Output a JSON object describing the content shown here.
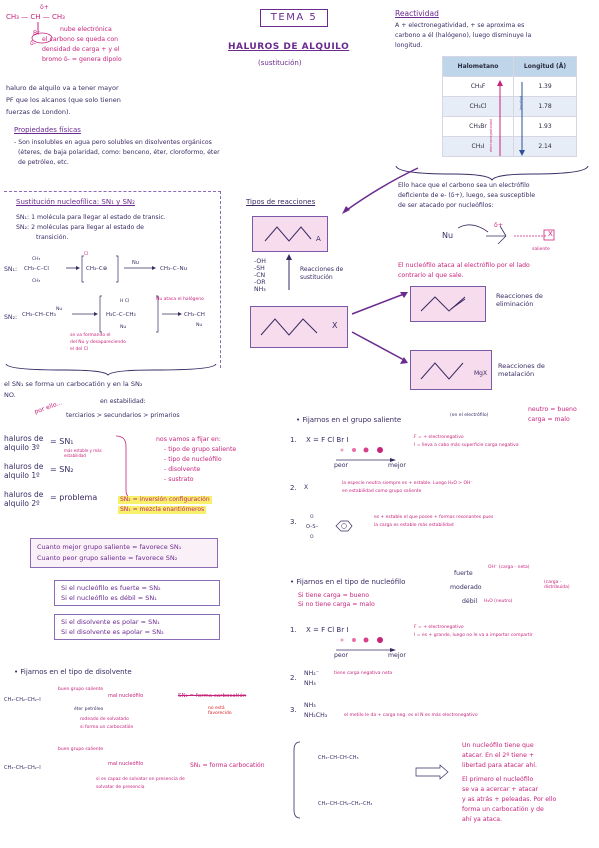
{
  "top_left": {
    "formula": "CH₃ — CH — CH₃",
    "delta_plus": "δ+",
    "br": "Br",
    "delta_minus": "δ-",
    "note1": "nube electrónica",
    "note2": "el carbono se queda con",
    "note3": "densidad de carga + y el",
    "note4": "bromo δ- = genera dipolo",
    "para1": "haluro de alquilo va a tener mayor",
    "para2": "PF que los alcanos (que solo tienen",
    "para3": "fuerzas de London)."
  },
  "props": {
    "title": "Propiedades físicas",
    "l1": "- Son insolubles en agua pero solubles en disolventes orgánicos",
    "l2": "(éteres, de baja polaridad, como: benceno, éter, cloroformo, éter",
    "l3": "de petróleo, etc."
  },
  "header": {
    "tema": "TEMA 5",
    "title": "HALUROS DE ALQUILO",
    "subtitle": "(sustitución)"
  },
  "reactividad": {
    "title": "Reactividad",
    "l1": "A + electronegatividad, + se aproxima es",
    "l2": "carbono a él (halógeno), luego disminuye la",
    "l3": "longitud.",
    "table": {
      "headers": [
        "Halometano",
        "Longitud (Å)"
      ],
      "rows": [
        [
          "CH₃F",
          "1.39"
        ],
        [
          "CH₃Cl",
          "1.78"
        ],
        [
          "CH₃Br",
          "1.93"
        ],
        [
          "CH₃I",
          "2.14"
        ]
      ]
    },
    "arrow_left": "electronegatividad",
    "arrow_right": "longitud"
  },
  "electrofilo": {
    "l1": "Ello hace que el carbono sea un electrófilo",
    "l2": "deficiente de e- (δ+), luego, sea susceptible",
    "l3": "de ser atacado por nucleófilos:",
    "nu": "Nu",
    "x": "X",
    "delta": "δ+",
    "saliente": "saliente",
    "red1": "El nucleófilo ataca al electrófilo por el lado",
    "red2": "contrario al que sale."
  },
  "sustitucion": {
    "title": "Sustitución nucleofílica: SN₁ y SN₂",
    "sn1": "SN₁: 1 molécula para llegar al estado de transic.",
    "sn2a": "SN₂: 2 moléculas para llegar al estado de",
    "sn2b": "transición.",
    "sn1_label": "SN₁:",
    "sn2_label": "SN₂:",
    "cl_note": "Cl",
    "nu": "Nu",
    "sn2_note1": "Nu ataca el halógeno",
    "sn2_note2": "se va formando el",
    "sn2_note3": "del Nu y desapareciendo",
    "sn2_note4": "el del Cl"
  },
  "tipos": {
    "title": "Tipos de reacciones",
    "groups": [
      "-OH",
      "-SH",
      "-CN",
      "-OR",
      "NH₃"
    ],
    "sust": "Reacciones de sustitución",
    "elim": "Reacciones de eliminación",
    "meta": "Reacciones de metalación",
    "x": "X",
    "a": "A",
    "mgx": "MgX"
  },
  "carbocation": {
    "l1": "el SN₁ se forma un carbocatión y en la SN₂",
    "l2": "NO.",
    "estab": "en estabilidad:",
    "ello": "por ello...",
    "order": "terciarios > secundarios > primarios",
    "h3": "haluros de alquilo 3º",
    "h1": "haluros de alquilo 1º",
    "h2": "haluros de alquilo 2º",
    "eq_sn1": "= SN₁",
    "eq_sn2": "= SN₂",
    "eq_prob": "= problema",
    "more_stable": "más estable y más estabilidad",
    "fijar": "nos vamos a fijar en:",
    "b1": "- tipo de grupo saliente",
    "b2": "- tipo de nucleófilo",
    "b3": "- disolvente",
    "b4": "- sustrato",
    "inv": "SN₂ = inversión configuración",
    "mez": "SN₁ = mezcla enantiómeros"
  },
  "rules": {
    "r1": "Cuanto mejor grupo saliente = favorece SN₁",
    "r2": "Cuanto peor grupo saliente = favorece SN₂",
    "r3": "Si el nucleófilo es fuerte = SN₂",
    "r4": "Si el nucleófilo es débil = SN₁",
    "r5": "Si el disolvente es polar = SN₁",
    "r6": "Si el disolvente es apolar = SN₂"
  },
  "saliente": {
    "title": "• Fijarnos en el grupo saliente",
    "note": "(en el electrófilo)",
    "neutro": "neutro = bueno",
    "carga": "carga = malo",
    "series": "X = F  Cl  Br  I",
    "peor": "peor",
    "mejor": "mejor",
    "f_note1": "F = + electronegativo",
    "f_note2": "I = lleva a cabo más superficie carga negativa",
    "h2o_note1": "la especie neutra siempre es + estable. Luego H₂O > OH⁻",
    "h2o_note2": "en estabilidad como grupo saliente",
    "ts_note1": "es + estable el que posee + formas resonantes pues",
    "ts_note2": "la carga es estable más estabilidad"
  },
  "nucleo": {
    "title": "• Fijarnos en el tipo de nucleófilo",
    "fuerte": "fuerte",
    "moderado": "moderado",
    "debil": "débil",
    "oh": "OH⁻ (carga - neta)",
    "carga": "(carga - distribuida)",
    "h2o": "H₂O (neutro)",
    "si1": "Si tiene carga = bueno",
    "si2": "Si no tiene carga = malo",
    "series": "X = F  Cl  Br  I",
    "peor": "peor",
    "mejor": "mejor",
    "f_note1": "F = + electronegativo",
    "f_note2": "I = es + grande, luego no le va a importar compartir",
    "nh2": "NH₂⁻",
    "nh3": "NH₃",
    "nh2_note": "tiene carga negativa neta",
    "ch3nh2": "NH₂CH₃",
    "ch3_note": "el metilo le da + carga neg. es el N es más electronegativo"
  },
  "disolvente": {
    "title": "• Fijarnos en el tipo de disolvente",
    "bueno": "buen grupo saliente",
    "mal_nu": "mal nucleófilo",
    "eter": "éter petróleo",
    "rodeado": "rodeado de solvatado",
    "sn1": "SN₁ = forma carbocatión",
    "no_fav": "no está favorecido",
    "forma": "si forma un carbocatión",
    "bueno2": "buen grupo saliente",
    "mal_nu2": "mal nucleófilo",
    "rodeado2": "si es capaz de solvatar en presencia de",
    "sol2": "solvatar de presencia",
    "sn1b": "SN₁ = forma carbocatión"
  },
  "final": {
    "l1": "Un nucleófilo tiene que",
    "l2": "atacar. En el 2º tiene +",
    "l3": "libertad para atacar ahí.",
    "l4": "El primero el nucleófilo",
    "l5": "se va a acercar + atacar",
    "l6": "y as atrás + peleadas. Por ello",
    "l7": "forma un carbocatión y de",
    "l8": "ahí ya ataca."
  }
}
